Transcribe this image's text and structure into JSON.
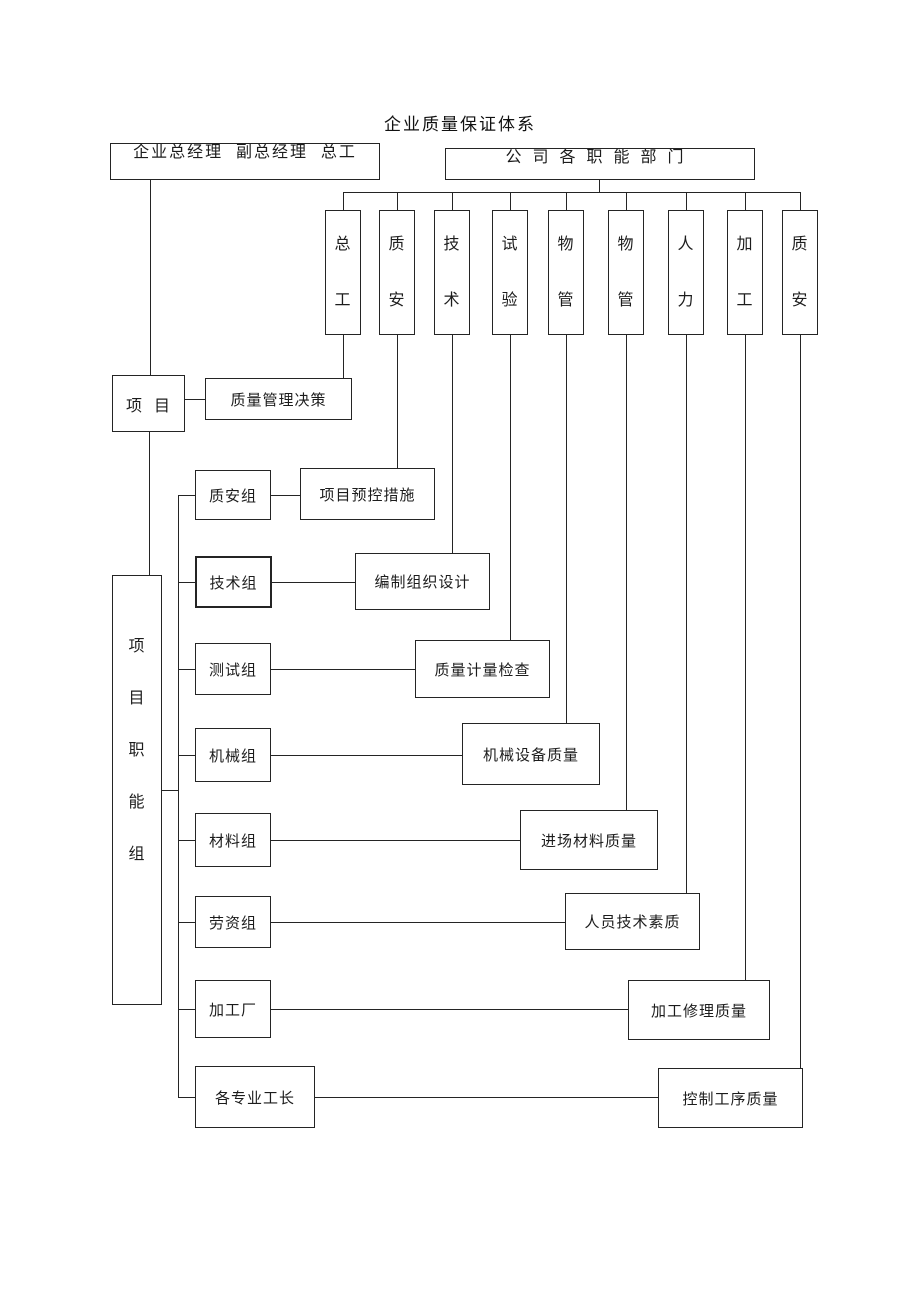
{
  "title": "企业质量保证体系",
  "colors": {
    "ink": "#1c1c1c",
    "background": "#ffffff",
    "line": "#242424"
  },
  "top": {
    "executives_box": "企业总经理  副总经理  总工",
    "departments_box": "公司各职能部门"
  },
  "dept_columns": [
    {
      "label": "总\n工"
    },
    {
      "label": "质\n安"
    },
    {
      "label": "技\n术"
    },
    {
      "label": "试\n验"
    },
    {
      "label": "物\n管"
    },
    {
      "label": "物\n管"
    },
    {
      "label": "人\n力"
    },
    {
      "label": "加\n工"
    },
    {
      "label": "质\n安"
    }
  ],
  "project": {
    "label": "项  目",
    "decision_box": "质量管理决策"
  },
  "function_group": {
    "label": "项\n目\n职\n能\n组"
  },
  "groups": [
    {
      "label": "质安组",
      "task": "项目预控措施"
    },
    {
      "label": "技术组",
      "task": "编制组织设计"
    },
    {
      "label": "测试组",
      "task": "质量计量检查"
    },
    {
      "label": "机械组",
      "task": "机械设备质量"
    },
    {
      "label": "材料组",
      "task": "进场材料质量"
    },
    {
      "label": "劳资组",
      "task": "人员技术素质"
    },
    {
      "label": "加工厂",
      "task": "加工修理质量"
    },
    {
      "label": "各专业工长",
      "task": "控制工序质量"
    }
  ]
}
